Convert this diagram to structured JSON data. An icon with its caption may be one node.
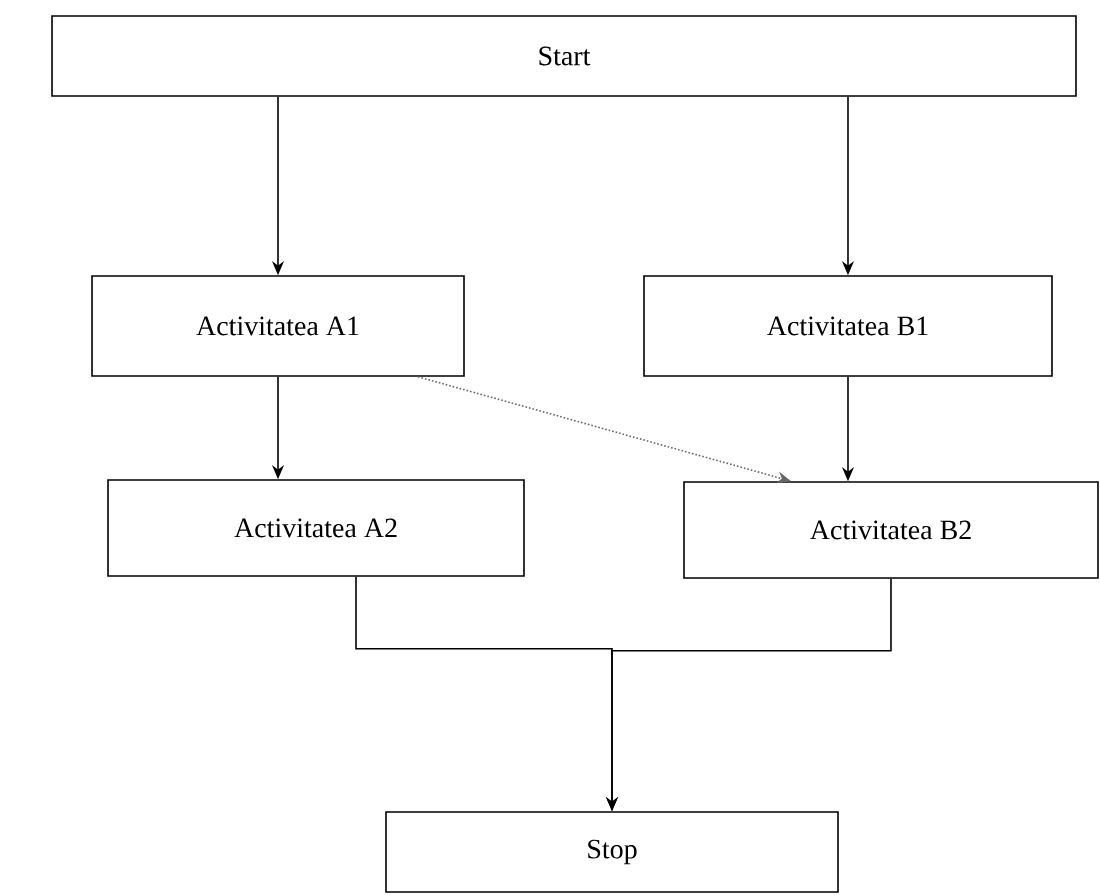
{
  "diagram": {
    "nodes": [
      {
        "text": [
          "Start"
        ]
      },
      {
        "text": [
          "Activitatea A1"
        ]
      },
      {
        "text": [
          "Activitatea B1"
        ]
      },
      {
        "text": [
          "Activitatea A2"
        ]
      },
      {
        "text": [
          "Activitatea B2"
        ]
      },
      {
        "text": [
          "Stop"
        ]
      }
    ],
    "edges": [
      {
        "from": 0,
        "to": 1,
        "arrow": "to"
      },
      {
        "from": 0,
        "to": 2,
        "arrow": "to"
      },
      {
        "from": 1,
        "to": 3,
        "arrow": "to"
      },
      {
        "from": 2,
        "to": 4,
        "arrow": "to"
      },
      {
        "from": 1,
        "to": 4,
        "arrow": "to",
        "style": "dashed",
        "color": "#666666"
      },
      {
        "from": 3,
        "to": 5,
        "arrow": "to"
      },
      {
        "from": 4,
        "to": 5,
        "arrow": "to"
      }
    ]
  }
}
